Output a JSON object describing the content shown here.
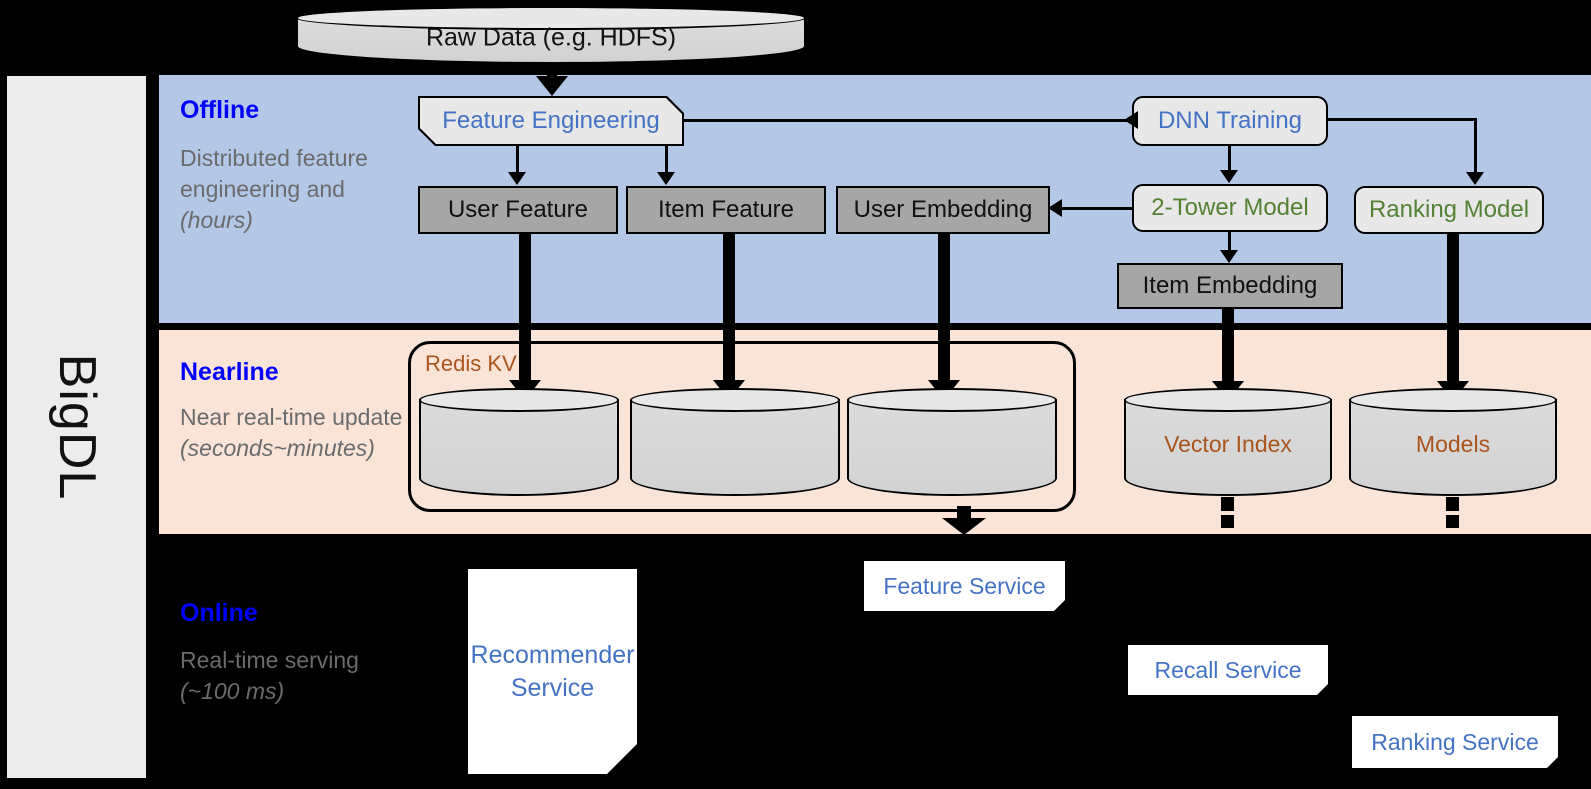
{
  "framework": {
    "name": "BigDL"
  },
  "source": {
    "label": "Raw Data (e.g. HDFS)"
  },
  "sections": [
    {
      "id": "offline",
      "title": "Offline",
      "subtitle": "Distributed feature engineering and ",
      "subtitle_em": "(hours)",
      "bg": "#b4c7e7",
      "title_color": "#0000ff"
    },
    {
      "id": "nearline",
      "title": "Nearline",
      "subtitle": "Near real-time update ",
      "subtitle_em": "(seconds~minutes)",
      "bg": "#fae3d7",
      "title_color": "#0000ff"
    },
    {
      "id": "online",
      "title": "Online",
      "subtitle": "Real-time serving ",
      "subtitle_em": "(~100 ms)",
      "bg": "#000000",
      "title_color": "#0000ff"
    }
  ],
  "offline": {
    "feature_engineering": {
      "label": "Feature Engineering",
      "color": "#4472c4"
    },
    "dnn_training": {
      "label": "DNN Training",
      "color": "#4472c4"
    },
    "two_tower_model": {
      "label": "2-Tower Model",
      "color": "#548235"
    },
    "ranking_model": {
      "label": "Ranking Model",
      "color": "#548235"
    },
    "user_feature": {
      "label": "User Feature",
      "color": "#111111"
    },
    "item_feature": {
      "label": "Item Feature",
      "color": "#111111"
    },
    "user_embedding": {
      "label": "User Embedding",
      "color": "#111111"
    },
    "item_embedding": {
      "label": "Item Embedding",
      "color": "#111111"
    }
  },
  "nearline": {
    "redis_kv": {
      "label": "Redis KV",
      "color": "#a9551d"
    },
    "stores": [
      {
        "label": ""
      },
      {
        "label": ""
      },
      {
        "label": ""
      }
    ],
    "vector_index": {
      "label": "Vector Index",
      "color": "#a9551d"
    },
    "models": {
      "label": "Models",
      "color": "#a9551d"
    }
  },
  "online": {
    "recommender_service": {
      "label": "Recommender Service",
      "color": "#4472c4"
    },
    "feature_service": {
      "label": "Feature Service",
      "color": "#4472c4"
    },
    "recall_service": {
      "label": "Recall Service",
      "color": "#4472c4"
    },
    "ranking_service": {
      "label": "Ranking Service",
      "color": "#4472c4"
    }
  }
}
